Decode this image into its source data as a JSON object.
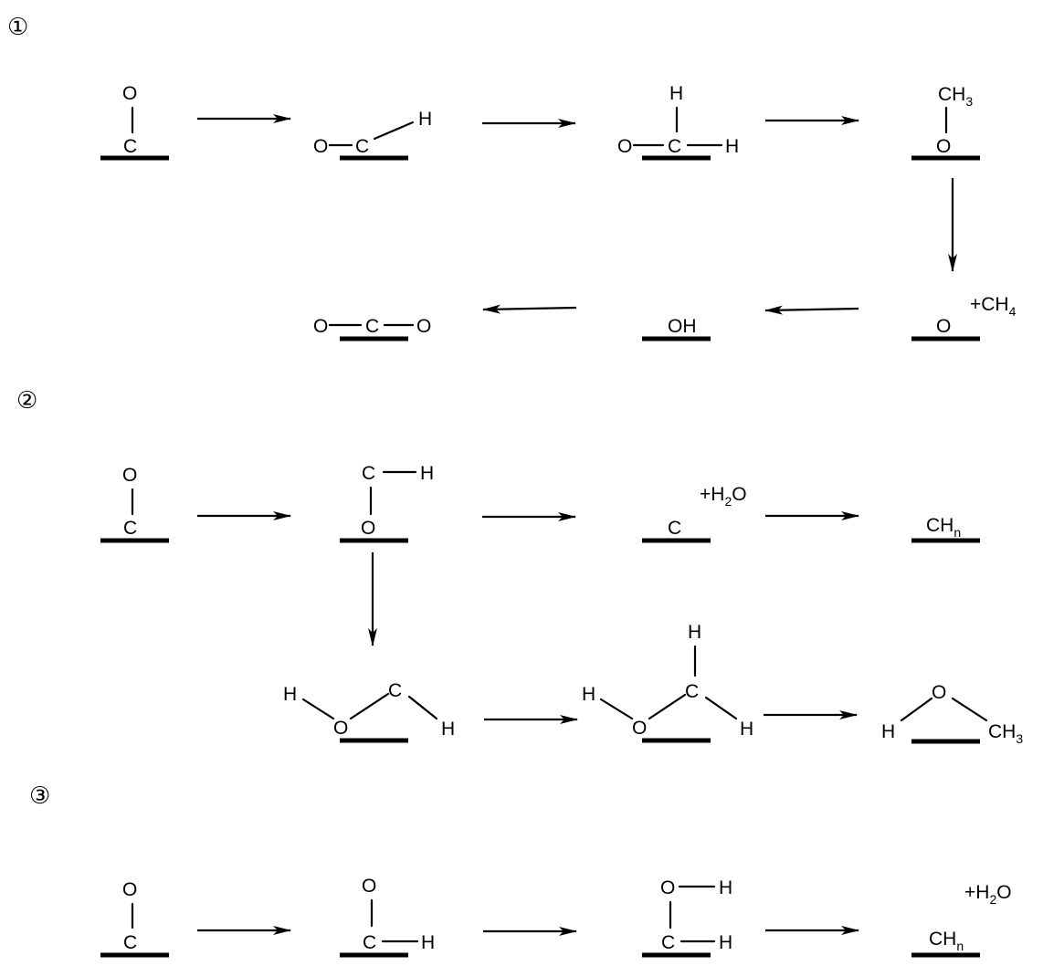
{
  "pathways": [
    {
      "marker": "①"
    },
    {
      "marker": "②"
    },
    {
      "marker": "③"
    }
  ],
  "labels": {
    "O": "O",
    "C": "C",
    "H": "H",
    "OH": "OH",
    "CH": "CH",
    "sub3": "3",
    "sub4": "4",
    "subn": "n",
    "plus_ch4": "+CH",
    "plus_h2o_pre": "+H",
    "plus_h2o_sub": "2",
    "plus_h2o_post": "O"
  }
}
